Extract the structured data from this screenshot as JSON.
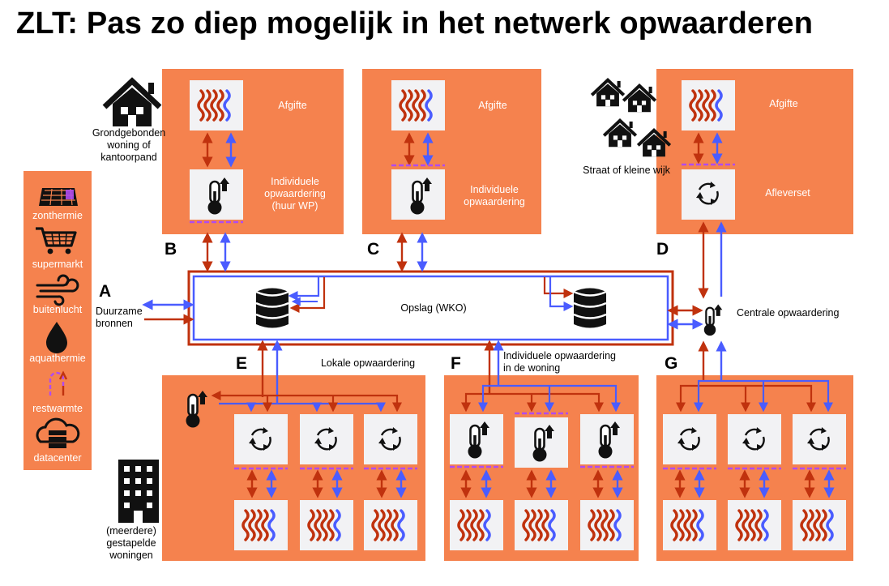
{
  "title": "ZLT: Pas zo diep mogelijk in het netwerk opwaarderen",
  "colors": {
    "orange": "#f5824e",
    "panel": "#f2f2f4",
    "red": "#c0320e",
    "blue": "#4a5cff",
    "dashed": "#b04bf0",
    "white": "#ffffff",
    "black": "#000000"
  },
  "sections": {
    "A": {
      "letter": "A",
      "label_1": "Duurzame",
      "label_2": "bronnen"
    },
    "B": {
      "letter": "B",
      "building_1": "Grondgebonden",
      "building_2": "woning of",
      "building_3": "kantoorpand",
      "afgifte": "Afgifte",
      "upgrade_1": "Individuele",
      "upgrade_2": "opwaardering",
      "upgrade_3": "(huur WP)"
    },
    "C": {
      "letter": "C",
      "afgifte": "Afgifte",
      "upgrade_1": "Individuele",
      "upgrade_2": "opwaardering"
    },
    "D": {
      "letter": "D",
      "building": "Straat of kleine wijk",
      "afgifte": "Afgifte",
      "aflever": "Afleverset"
    },
    "E": {
      "letter": "E",
      "label": "Lokale opwaardering",
      "building_1": "(meerdere)",
      "building_2": "gestapelde",
      "building_3": "woningen"
    },
    "F": {
      "letter": "F",
      "label_1": "Individuele opwaardering",
      "label_2": "in de woning"
    },
    "G": {
      "letter": "G",
      "central": "Centrale opwaardering"
    }
  },
  "storage": {
    "label": "Opslag (WKO)"
  },
  "legend": {
    "items": [
      {
        "label": "zonthermie",
        "icon": "solar-panel-icon"
      },
      {
        "label": "supermarkt",
        "icon": "shopping-cart-icon"
      },
      {
        "label": "buitenlucht",
        "icon": "wind-icon"
      },
      {
        "label": "aquathermie",
        "icon": "water-drop-icon"
      },
      {
        "label": "restwarmte",
        "icon": "loop-arrow-icon"
      },
      {
        "label": "datacenter",
        "icon": "cloud-server-icon"
      }
    ]
  }
}
